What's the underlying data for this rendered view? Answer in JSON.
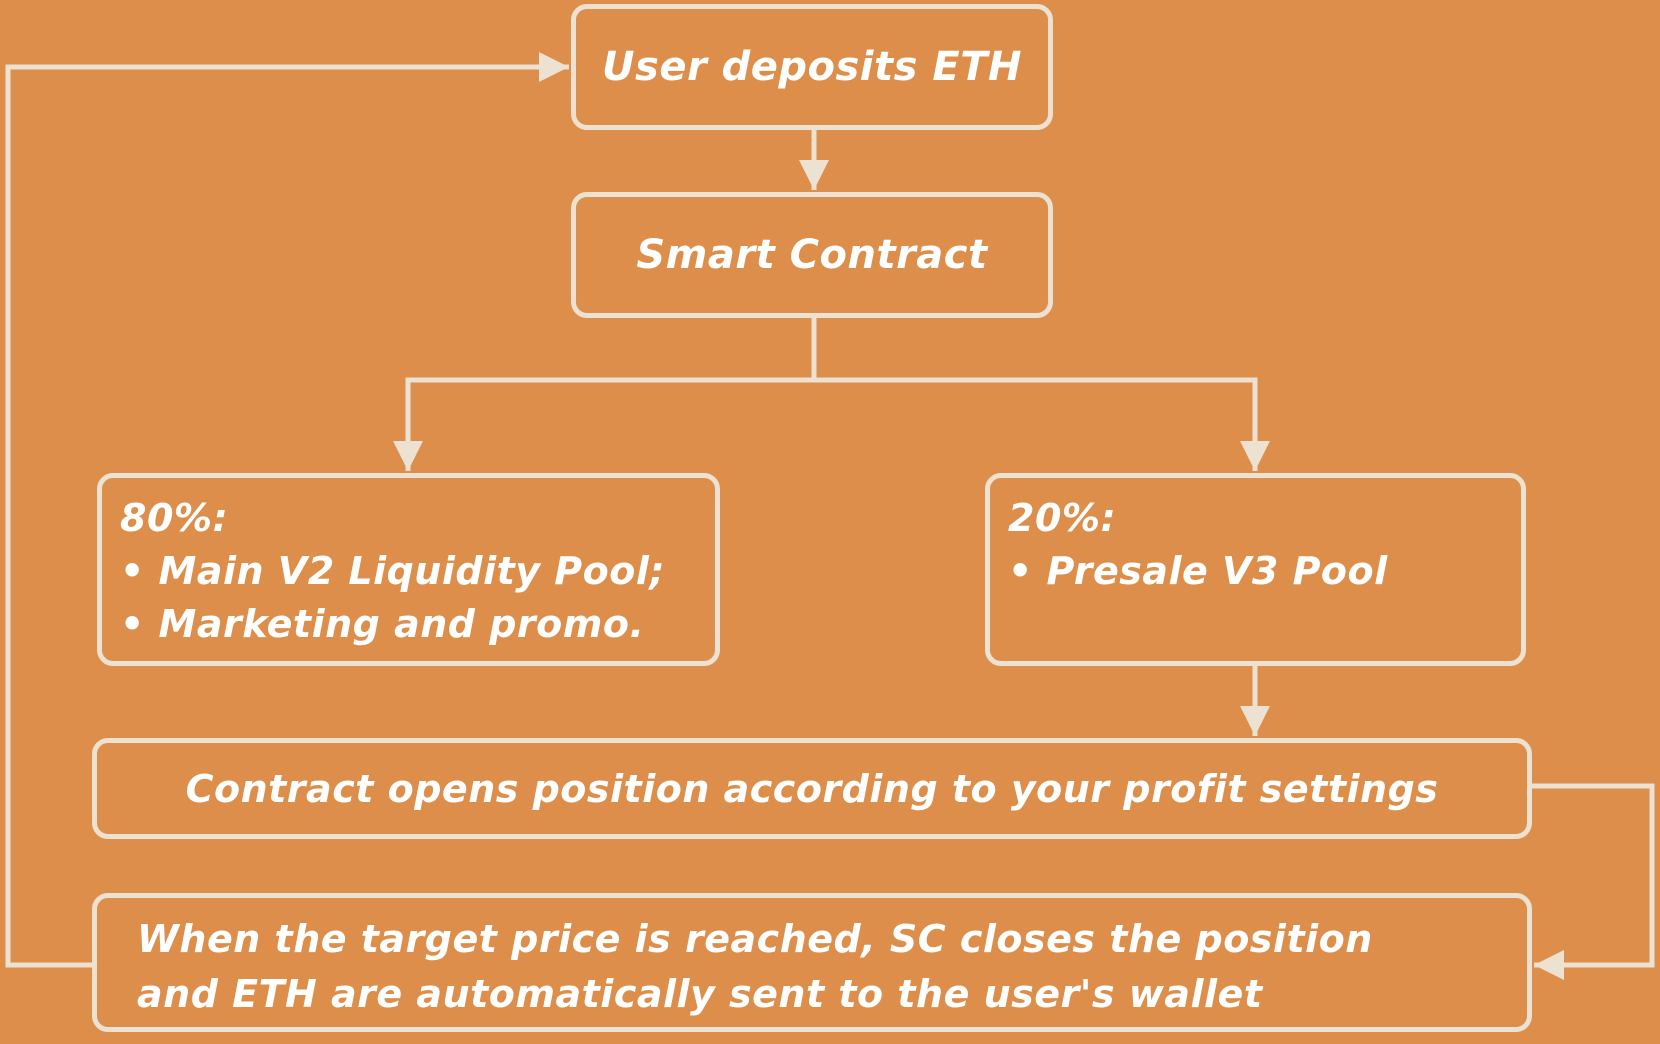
{
  "nodes": {
    "deposit": {
      "label": "User deposits ETH"
    },
    "contract": {
      "label": "Smart Contract"
    },
    "eighty": {
      "percent": "80%:",
      "items": [
        "• Main V2 Liquidity Pool;",
        "• Marketing and promo."
      ]
    },
    "twenty": {
      "percent": "20%:",
      "items": [
        "• Presale V3 Pool"
      ]
    },
    "opens": {
      "label": "Contract opens position according to your profit settings"
    },
    "closes": {
      "line1": "When the target price is reached, SC closes the position",
      "line2": "and ETH are automatically sent to the user's wallet"
    }
  },
  "colors": {
    "background": "#dc8e4a",
    "stroke": "#ede1d2",
    "text": "#ffffff"
  }
}
